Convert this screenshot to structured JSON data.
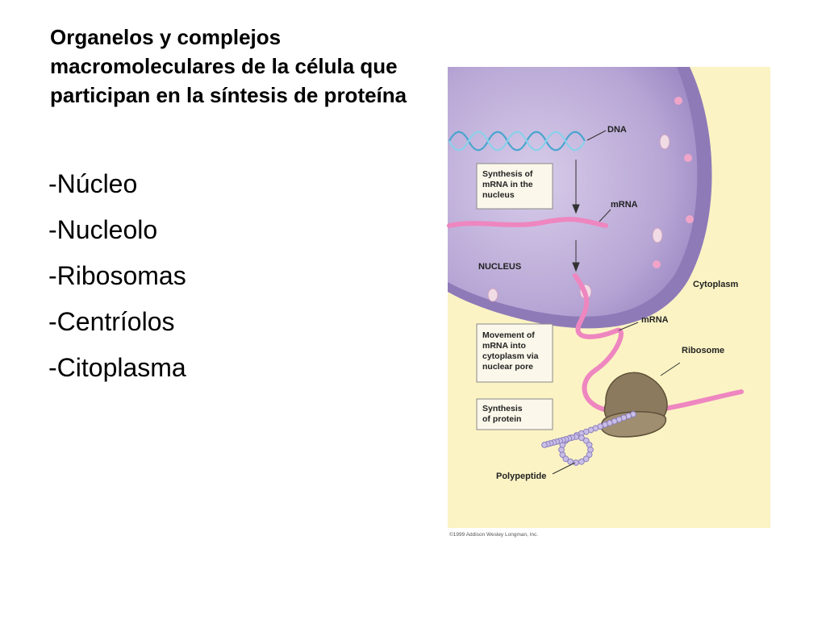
{
  "slide": {
    "title": "Organelos y complejos macromoleculares de la célula que participan en la síntesis de proteína",
    "bullets": [
      "-Núcleo",
      "-Nucleolo",
      "-Ribosomas",
      "-Centríolos",
      "-Citoplasma"
    ]
  },
  "figure": {
    "labels": {
      "dna": "DNA",
      "mrna_nucleus": "mRNA",
      "nucleus": "NUCLEUS",
      "cytoplasm": "Cytoplasm",
      "mrna_cytoplasm": "mRNA",
      "ribosome": "Ribosome",
      "polypeptide": "Polypeptide"
    },
    "boxes": {
      "synthesis_mrna": [
        "Synthesis of",
        "mRNA in the",
        "nucleus"
      ],
      "movement": [
        "Movement of",
        "mRNA into",
        "cytoplasm via",
        "nuclear pore"
      ],
      "synthesis_protein": [
        "Synthesis",
        "of protein"
      ]
    },
    "copyright": "©1999 Addison Wesley Longman, Inc."
  },
  "colors": {
    "cytoplasm": "#fbf3c4",
    "nucleus": "#b9a9d6",
    "mrna": "#ee86c0",
    "ribosome": "#8c7a5e",
    "dna": "#6fbfdc",
    "polypeptide": "#c9bfe6"
  }
}
